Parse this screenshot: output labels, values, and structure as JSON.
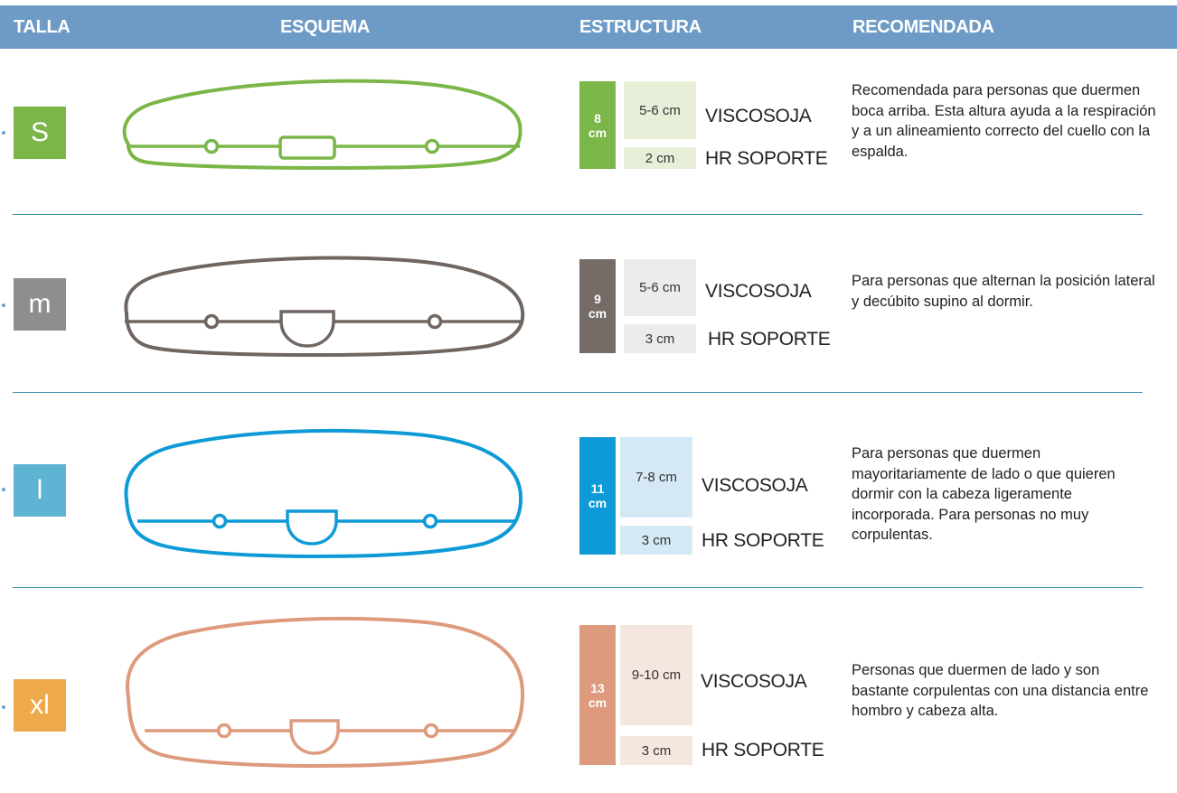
{
  "header": {
    "talla": "TALLA",
    "esquema": "ESQUEMA",
    "estructura": "ESTRUCTURA",
    "recomendada": "RECOMENDADA"
  },
  "colors": {
    "header_bg": "#6e9bc5",
    "divider": "#3b93a8"
  },
  "rows": [
    {
      "size": "S",
      "color": "#7ab648",
      "total": "8 cm",
      "total_bg": "#7ab648",
      "layer_bg": "#e7efd9",
      "visco_height": "5-6 cm",
      "visco_label": "VISCOSOJA",
      "hr_height": "2 cm",
      "hr_label": "HR SOPORTE",
      "description": "Recomendada para personas que duermen boca arriba. Esta altura ayuda a la respiración y a un alineamiento correcto del cuello con la espalda."
    },
    {
      "size": "m",
      "color": "#6f6661",
      "total": "9 cm",
      "total_bg": "#756c67",
      "layer_bg": "#ececec",
      "visco_height": "5-6 cm",
      "visco_label": "VISCOSOJA",
      "hr_height": "3 cm",
      "hr_label": "HR SOPORTE",
      "description": "Para personas que alternan la posición lateral y decúbito supino al dormir."
    },
    {
      "size": "l",
      "color": "#0e9ad7",
      "total": "11 cm",
      "total_bg": "#0e9ad7",
      "layer_bg": "#d4e8f6",
      "visco_height": "7-8 cm",
      "visco_label": "VISCOSOJA",
      "hr_height": "3 cm",
      "hr_label": "HR SOPORTE",
      "description": "Para personas que duermen mayoritariamente de lado o que quieren dormir con la cabeza ligeramente incorporada. Para personas no muy corpulentas."
    },
    {
      "size": "xl",
      "color": "#dd9a7d",
      "total": "13 cm",
      "total_bg": "#dd9a7d",
      "layer_bg": "#f5e6df",
      "visco_height": "9-10 cm",
      "visco_label": "VISCOSOJA",
      "hr_height": "3 cm",
      "hr_label": "HR SOPORTE",
      "description": "Personas que duermen de lado y son bastante corpulentas con una distancia entre hombro y cabeza alta."
    }
  ],
  "size_box_colors": [
    "#7ab648",
    "#8e8e8e",
    "#5eb4d3",
    "#eea94b"
  ]
}
